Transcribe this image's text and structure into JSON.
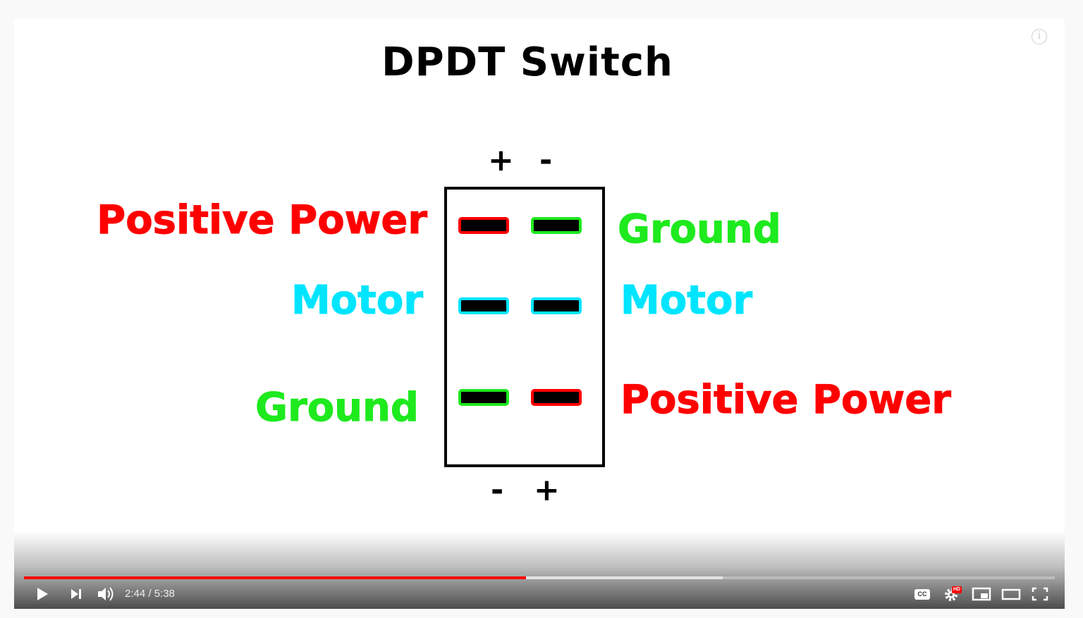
{
  "video": {
    "info_icon": "i",
    "slide": {
      "title": "DPDT Switch",
      "top_signs": [
        "+",
        "-"
      ],
      "bottom_signs": [
        "-",
        "+"
      ],
      "left_labels": [
        {
          "text": "Positive Power",
          "color": "#ff0000"
        },
        {
          "text": "Motor",
          "color": "#00e5ff"
        },
        {
          "text": "Ground",
          "color": "#1eea1e"
        }
      ],
      "right_labels": [
        {
          "text": "Ground",
          "color": "#1eea1e"
        },
        {
          "text": "Motor",
          "color": "#00e5ff"
        },
        {
          "text": "Positive Power",
          "color": "#ff0000"
        }
      ],
      "terminal_colors": {
        "red": "#ff0000",
        "green": "#1eea1e",
        "cyan": "#00e5ff"
      }
    }
  },
  "controls": {
    "time_display": "2:44 / 5:38",
    "played_fraction": 0.487,
    "buffered_fraction": 0.678,
    "cc_label": "CC",
    "hd_badge": "HD",
    "progress_color": "#ff0000"
  }
}
